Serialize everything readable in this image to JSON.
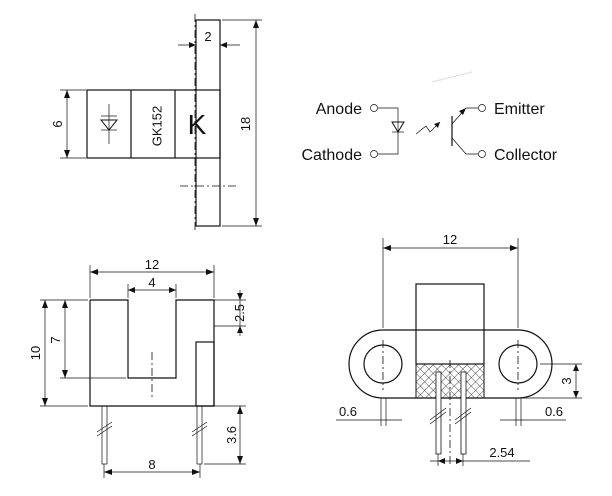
{
  "top_view": {
    "dim_width": "2",
    "dim_height": "18",
    "dim_body": "6",
    "part_number": "GK152",
    "brand_letter": "K"
  },
  "schematic": {
    "anode": "Anode",
    "cathode": "Cathode",
    "emitter": "Emitter",
    "collector": "Collector"
  },
  "side_view": {
    "dim_width": "12",
    "dim_slot": "4",
    "dim_total_height": "10",
    "dim_slot_depth": "7",
    "dim_top": "2.5",
    "dim_pin_length": "3.6",
    "dim_pin_pitch": "8"
  },
  "front_view": {
    "dim_width": "12",
    "dim_height": "3",
    "dim_left_pin": "0.6",
    "dim_right_pin": "0.6",
    "dim_pitch": "2.54"
  }
}
